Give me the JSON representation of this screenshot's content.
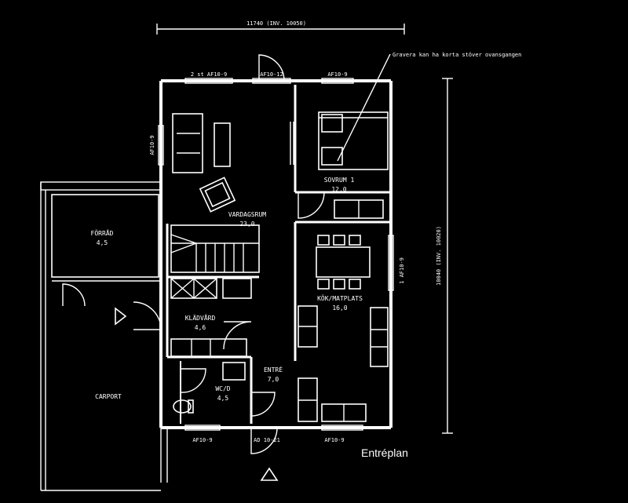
{
  "plan_title": "Entréplan",
  "dimensions": {
    "top": "11740 (INV. 10050)",
    "right": "10040 (INV. 10020)"
  },
  "note": "Gravera kan ha korta stöver ovansgangen",
  "rooms": {
    "vardagsrum": {
      "name": "VARDAGSRUM",
      "area": "23,0"
    },
    "sovrum": {
      "name": "SOVRUM 1",
      "area": "12,0"
    },
    "forrad": {
      "name": "FÖRRÅD",
      "area": "4,5"
    },
    "kok": {
      "name": "KÖK/MATPLATS",
      "area": "16,0"
    },
    "klad": {
      "name": "KLÄDVÅRD",
      "area": "4,6"
    },
    "entre": {
      "name": "ENTRÉ",
      "area": "7,0"
    },
    "wc": {
      "name": "WC/D",
      "area": "4,5"
    },
    "carport": {
      "name": "CARPORT"
    }
  },
  "windows": {
    "top1": "2 st AF10-9",
    "top2": "AF10-12",
    "top3": "AF10-9",
    "left": "AF10-9",
    "right": "1 AF10-9",
    "bottom1": "AF10-9",
    "bottom2": "AD 10-21",
    "bottom3": "AF10-9"
  },
  "icons": [
    "entry-arrow-icon",
    "door-arrow-icon"
  ]
}
